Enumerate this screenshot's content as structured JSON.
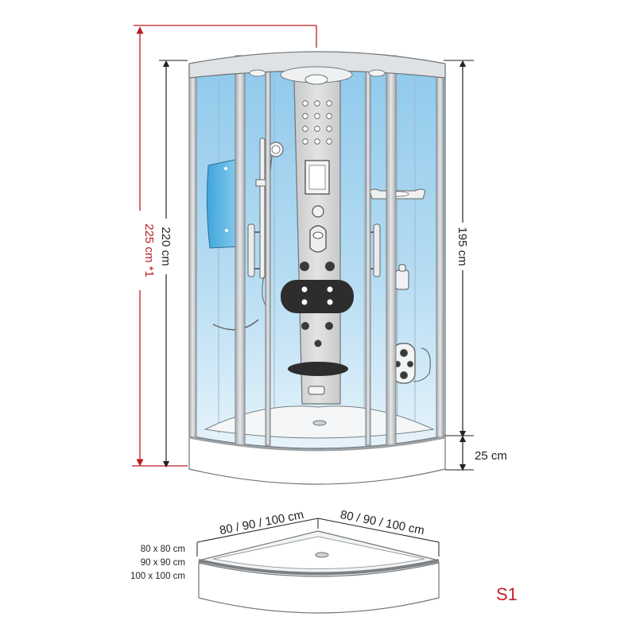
{
  "dimensions": {
    "total_height": "225 cm *1",
    "cabin_height": "220 cm",
    "glass_height": "195 cm",
    "tray_height": "25 cm"
  },
  "tray": {
    "width_left": "80 / 90 / 100 cm",
    "width_right": "80 / 90 / 100 cm",
    "sizes": [
      "80 x 80 cm",
      "90 x 90 cm",
      "100 x 100 cm"
    ]
  },
  "model": "S1",
  "colors": {
    "glass": "#a9d6f0",
    "frame": "#c9ccd0",
    "panel": "#d9dadb",
    "accent_red": "#b81c23",
    "dim_line": "#222222"
  }
}
